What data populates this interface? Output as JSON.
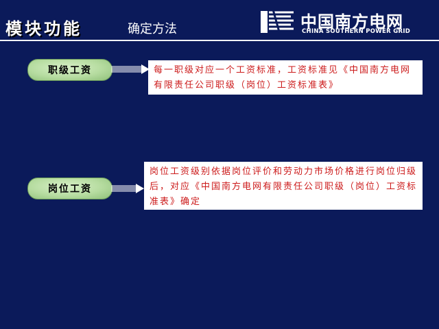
{
  "header": {
    "module_title": "模块功能",
    "subtitle": "确定方法",
    "logo_cn": "中国南方电网",
    "logo_en": "CHINA SOUTHERN POWER GRID"
  },
  "rows": [
    {
      "label": "职级工资",
      "description": "每一职级对应一个工资标准，工资标准见《中国南方电网有限责任公司职级（岗位）工资标准表》"
    },
    {
      "label": "岗位工资",
      "description": "岗位工资级别依据岗位评价和劳动力市场价格进行岗位归级后，对应《中国南方电网有限责任公司职级（岗位）工资标准表》确定"
    }
  ],
  "colors": {
    "background": "#0b1a5a",
    "label_fill": "#b6dca0",
    "note_text": "#cc1a1a",
    "note_bg": "#ffffff"
  }
}
